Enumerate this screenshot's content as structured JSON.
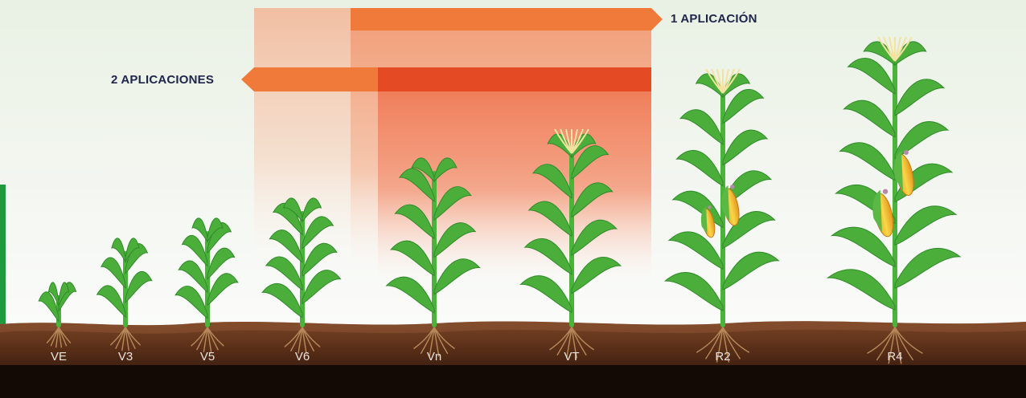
{
  "arrows": {
    "one_application": "1 APLICACIÓN",
    "two_applications": "2 APLICACIONES"
  },
  "stages": [
    "VE",
    "V3",
    "V5",
    "V6",
    "Vn",
    "VT",
    "R2",
    "R4"
  ],
  "colors": {
    "arrow_orange": "#f07a3a",
    "arrow_dark": "#e44a24",
    "band_light": "#f5bfa0",
    "leaf_green": "#4cae3a",
    "soil_brown": "#6a3a20",
    "label_navy": "#20264a"
  }
}
